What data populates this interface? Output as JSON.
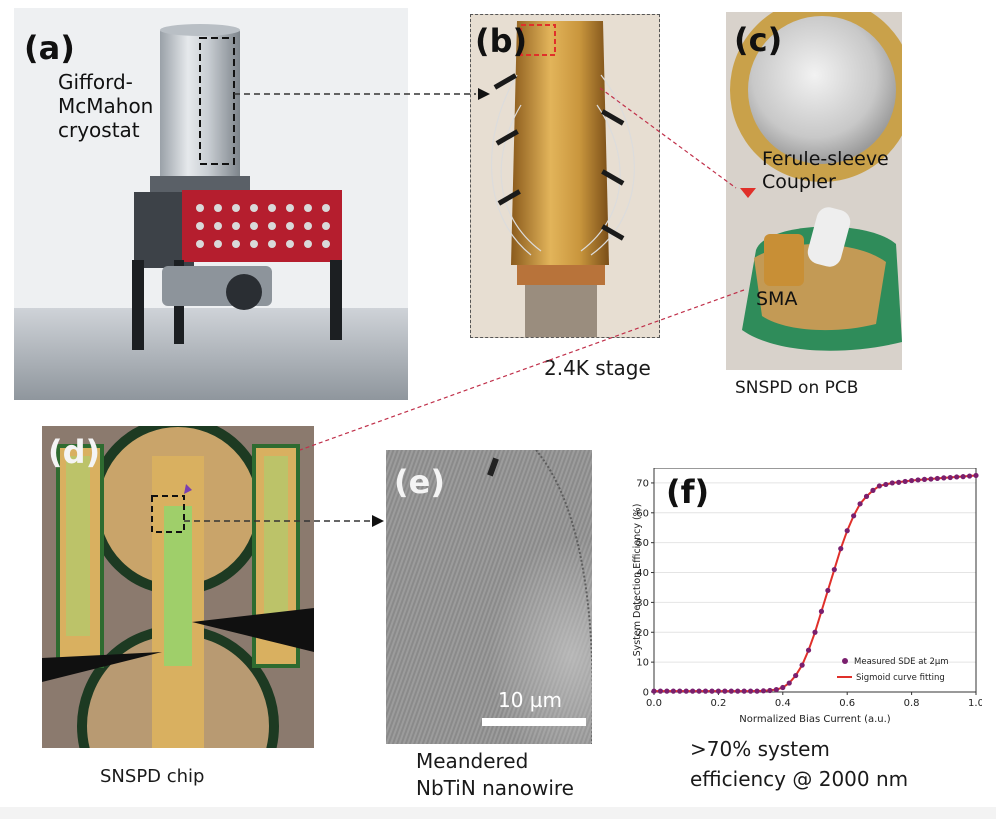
{
  "panels": {
    "a": {
      "label": "(a)",
      "annotation": "Gifford-\nMcMahon\ncryostat"
    },
    "b": {
      "label": "(b)",
      "caption": "2.4K stage"
    },
    "c": {
      "label": "(c)",
      "annotation_coupler": "Ferule-sleeve\nCoupler",
      "annotation_sma": "SMA",
      "caption": "SNSPD on PCB"
    },
    "d": {
      "label": "(d)",
      "caption": "SNSPD chip"
    },
    "e": {
      "label": "(e)",
      "scale_bar": "10 µm",
      "caption": "Meandered\nNbTiN nanowire"
    },
    "f": {
      "label": "(f)",
      "caption": ">70% system\nefficiency @ 2000 nm"
    }
  },
  "chart_data": {
    "type": "scatter",
    "xlabel": "Normalized Bias Current (a.u.)",
    "ylabel": "System Detection Efficiency (%)",
    "xlim": [
      0,
      1.0
    ],
    "ylim": [
      0,
      75
    ],
    "xticks": [
      "0.0",
      "0.2",
      "0.4",
      "0.6",
      "0.8",
      "1.0"
    ],
    "yticks": [
      "0",
      "10",
      "20",
      "30",
      "40",
      "50",
      "60",
      "70"
    ],
    "legend_position": "lower-right",
    "series": [
      {
        "name": "Measured SDE at 2µm",
        "kind": "points",
        "color": "#7a1f6e",
        "x": [
          0.0,
          0.02,
          0.04,
          0.06,
          0.08,
          0.1,
          0.12,
          0.14,
          0.16,
          0.18,
          0.2,
          0.22,
          0.24,
          0.26,
          0.28,
          0.3,
          0.32,
          0.34,
          0.36,
          0.38,
          0.4,
          0.42,
          0.44,
          0.46,
          0.48,
          0.5,
          0.52,
          0.54,
          0.56,
          0.58,
          0.6,
          0.62,
          0.64,
          0.66,
          0.68,
          0.7,
          0.72,
          0.74,
          0.76,
          0.78,
          0.8,
          0.82,
          0.84,
          0.86,
          0.88,
          0.9,
          0.92,
          0.94,
          0.96,
          0.98,
          1.0
        ],
        "y": [
          0.3,
          0.3,
          0.3,
          0.3,
          0.3,
          0.3,
          0.3,
          0.3,
          0.3,
          0.3,
          0.3,
          0.3,
          0.3,
          0.3,
          0.3,
          0.3,
          0.3,
          0.4,
          0.5,
          0.8,
          1.5,
          3,
          5.5,
          9,
          14,
          20,
          27,
          34,
          41,
          48,
          54,
          59,
          63,
          65.5,
          67.5,
          69,
          69.5,
          70,
          70.2,
          70.5,
          70.8,
          71,
          71.2,
          71.3,
          71.5,
          71.7,
          71.8,
          72,
          72.1,
          72.3,
          72.5
        ]
      },
      {
        "name": "Sigmoid curve fitting",
        "kind": "line",
        "color": "#e0302a",
        "x": [
          0.0,
          0.1,
          0.2,
          0.3,
          0.34,
          0.38,
          0.4,
          0.42,
          0.44,
          0.46,
          0.48,
          0.5,
          0.52,
          0.54,
          0.56,
          0.58,
          0.6,
          0.62,
          0.64,
          0.66,
          0.68,
          0.7,
          0.74,
          0.8,
          0.9,
          1.0
        ],
        "y": [
          0.3,
          0.3,
          0.3,
          0.3,
          0.4,
          0.8,
          1.5,
          3,
          5.5,
          9,
          14,
          20,
          27,
          34,
          41,
          48,
          54,
          59,
          63,
          65.5,
          67.5,
          69,
          70,
          70.8,
          71.7,
          72.5
        ]
      }
    ]
  }
}
